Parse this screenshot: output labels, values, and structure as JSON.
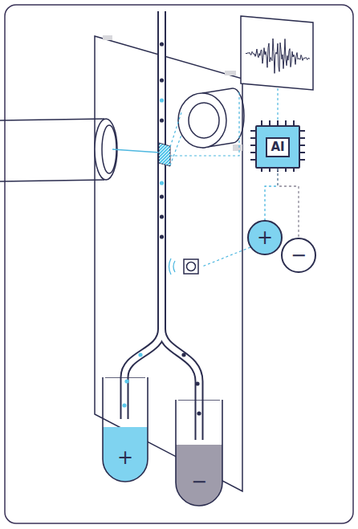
{
  "diagram": {
    "nodes": [
      {
        "text": [
          "AI"
        ]
      },
      {
        "text": [
          "+"
        ]
      },
      {
        "text": [
          "−"
        ]
      },
      {
        "text": [
          "+"
        ]
      },
      {
        "text": [
          "−"
        ]
      }
    ],
    "edges": [
      {
        "from": 0,
        "to": 1,
        "arrow": "none"
      },
      {
        "from": 0,
        "to": 2,
        "arrow": "none"
      }
    ]
  }
}
